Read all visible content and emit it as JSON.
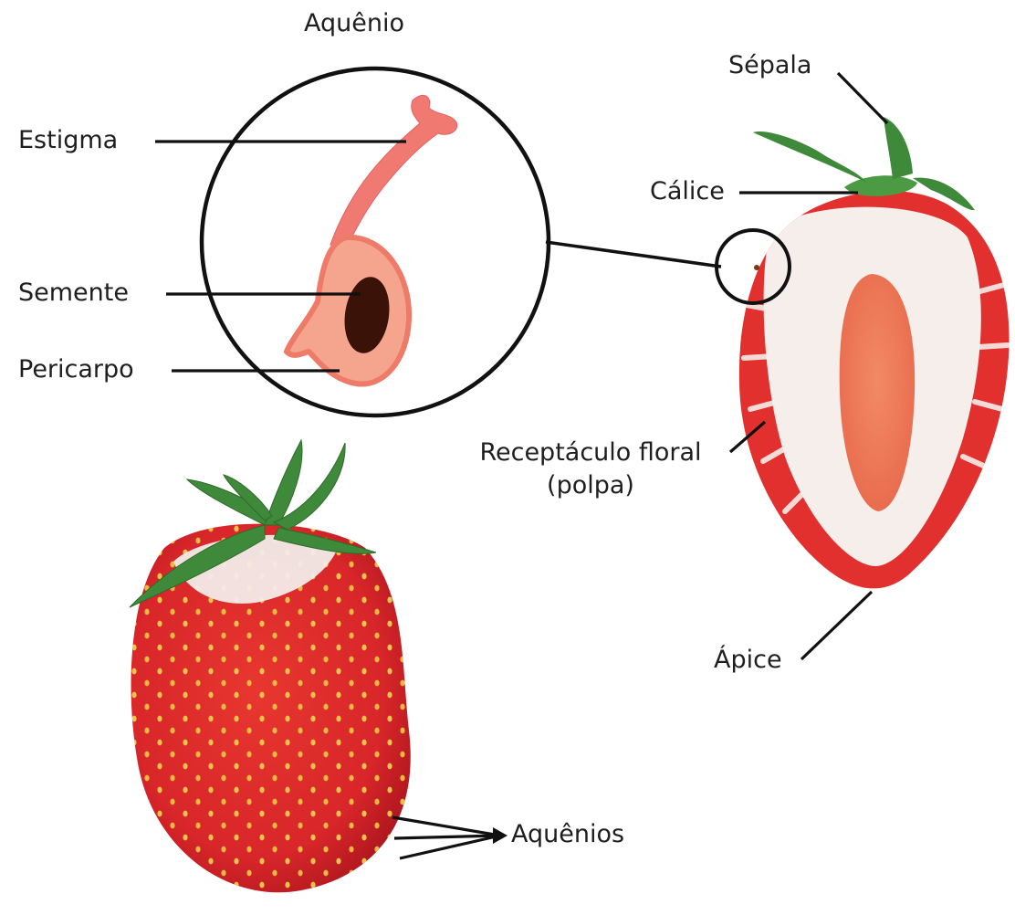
{
  "diagram": {
    "zoom_title": "Aquênio",
    "labels": {
      "estigma": "Estigma",
      "semente": "Semente",
      "pericarpo": "Pericarpo",
      "sepala": "Sépala",
      "calice": "Cálice",
      "receptaculo_line1": "Receptáculo floral",
      "receptaculo_line2": "(polpa)",
      "apice": "Ápice",
      "aquenios": "Aquênios"
    },
    "colors": {
      "strawberry_red": "#e23a3a",
      "flesh_white": "#f6eeea",
      "core_orange": "#ee7a5a",
      "sepal_green": "#3e8a3a",
      "achene_salmon": "#f08a7a",
      "seed_brown": "#3a1208",
      "line_black": "#111111"
    }
  }
}
